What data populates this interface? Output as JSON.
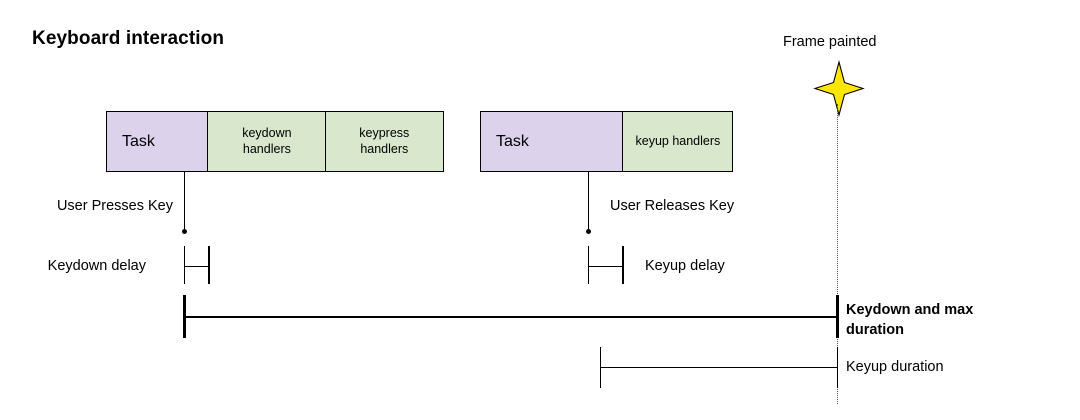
{
  "diagram": {
    "title": "Keyboard interaction",
    "colors": {
      "task_fill": "#dcd2ec",
      "handler_fill": "#d9e8cd",
      "stroke": "#000000",
      "star_fill": "#ffe600",
      "dotted_line": "#555555",
      "background": "#ffffff"
    }
  },
  "timeline": {
    "frame_marker": {
      "label": "Frame painted",
      "icon": "four-point-star-icon"
    },
    "tracks": [
      {
        "id": "keydown-task-track",
        "segments": [
          {
            "id": "task-1",
            "label": "Task",
            "type": "task"
          },
          {
            "id": "keydown-handlers",
            "label": "keydown\nhandlers",
            "type": "handler"
          },
          {
            "id": "keypress-handlers",
            "label": "keypress\nhandlers",
            "type": "handler"
          }
        ]
      },
      {
        "id": "keyup-task-track",
        "segments": [
          {
            "id": "task-2",
            "label": "Task",
            "type": "task"
          },
          {
            "id": "keyup-handlers",
            "label": "keyup handlers",
            "type": "handler"
          }
        ]
      }
    ],
    "events": [
      {
        "id": "user-presses-key",
        "label": "User Presses Key"
      },
      {
        "id": "user-releases-key",
        "label": "User Releases Key"
      }
    ],
    "measures": [
      {
        "id": "keydown-delay",
        "label": "Keydown delay",
        "emphasis": "normal"
      },
      {
        "id": "keyup-delay",
        "label": "Keyup delay",
        "emphasis": "normal"
      },
      {
        "id": "keydown-and-max-duration",
        "label": "Keydown and max duration",
        "emphasis": "bold"
      },
      {
        "id": "keyup-duration",
        "label": "Keyup duration",
        "emphasis": "normal"
      }
    ]
  }
}
